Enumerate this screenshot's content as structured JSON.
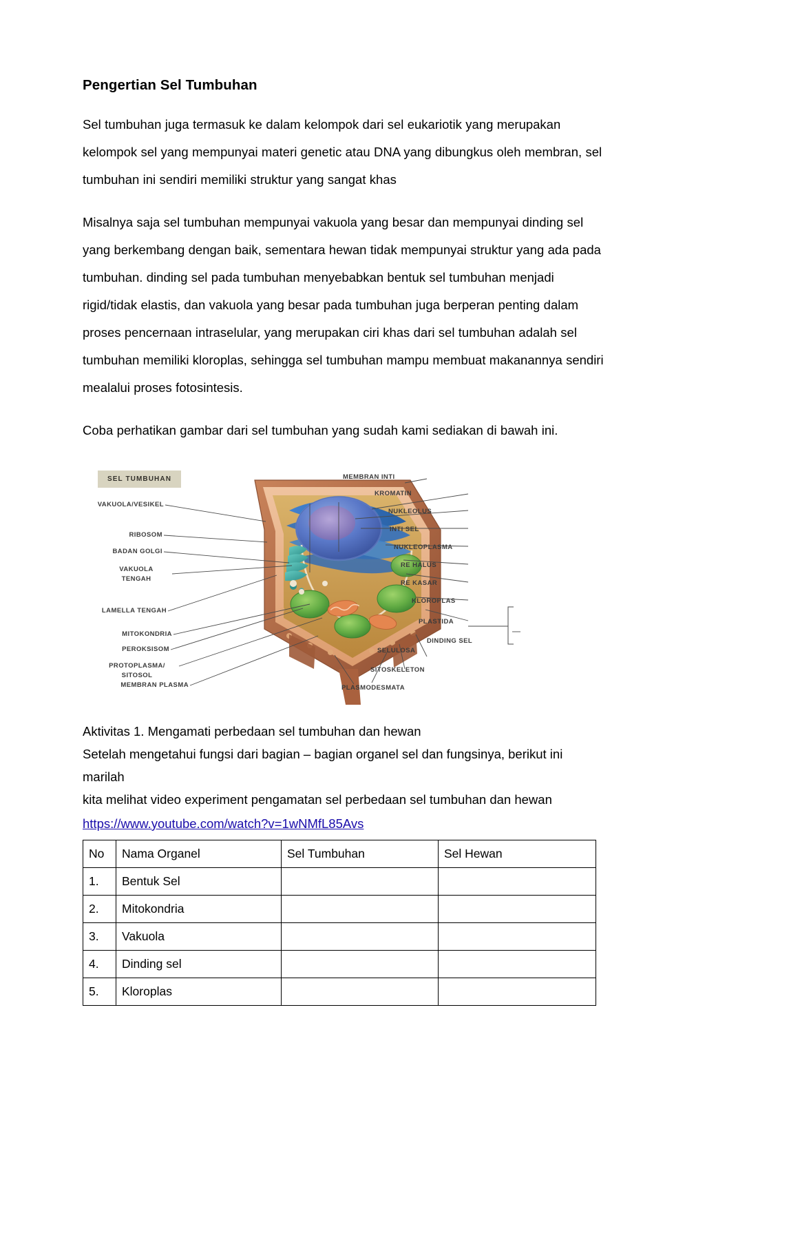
{
  "document": {
    "title": "Pengertian Sel Tumbuhan",
    "paragraphs": [
      "Sel tumbuhan juga termasuk ke dalam kelompok dari sel eukariotik yang merupakan kelompok sel yang mempunyai materi genetic atau DNA yang dibungkus oleh membran, sel tumbuhan ini sendiri memiliki struktur yang sangat khas",
      "Misalnya saja sel tumbuhan mempunyai vakuola yang besar dan mempunyai dinding sel yang berkembang dengan baik, sementara hewan tidak mempunyai struktur yang ada pada tumbuhan. dinding sel pada tumbuhan menyebabkan bentuk sel tumbuhan menjadi rigid/tidak elastis, dan vakuola yang besar pada tumbuhan juga berperan penting dalam proses pencernaan intraselular, yang  merupakan ciri khas dari sel tumbuhan adalah sel tumbuhan memiliki kloroplas, sehingga sel tumbuhan mampu membuat makanannya sendiri mealalui proses fotosintesis.",
      "Coba perhatikan gambar dari sel tumbuhan yang sudah kami sediakan di bawah ini."
    ]
  },
  "figure": {
    "badge": "SEL TUMBUHAN",
    "labels_left": [
      "VAKUOLA/VESIKEL",
      "RIBOSOM",
      "BADAN GOLGI",
      "VAKUOLA",
      "TENGAH",
      "LAMELLA TENGAH",
      "MITOKONDRIA",
      "PEROKSISOM",
      "PROTOPLASMA/",
      "SITOSOL",
      "MEMBRAN PLASMA"
    ],
    "labels_right": [
      "MEMBRAN INTI",
      "KROMATIN",
      "NUKLEOLUS",
      "INTI SEL",
      "NUKLEOPLASMA",
      "RE HALUS",
      "RE KASAR",
      "KLOROPLAS",
      "PLASTIDA",
      "DINDING SEL"
    ],
    "labels_bottom": [
      "PLASMODESMATA",
      "SITOSKELETON",
      "SELULOSA"
    ]
  },
  "activity": {
    "heading": "Aktivitas 1. Mengamati perbedaan sel tumbuhan dan hewan",
    "line2": "Setelah mengetahui fungsi dari bagian – bagian organel sel dan fungsinya, berikut ini marilah",
    "line3": "kita melihat video experiment pengamatan sel perbedaan sel tumbuhan dan hewan",
    "link": "https://www.youtube.com/watch?v=1wNMfL85Avs"
  },
  "table": {
    "headers": [
      "No",
      "Nama Organel",
      "Sel Tumbuhan",
      "Sel Hewan"
    ],
    "rows": [
      {
        "no": "1.",
        "organel": "Bentuk Sel",
        "tumbuhan": "",
        "hewan": ""
      },
      {
        "no": "2.",
        "organel": "Mitokondria",
        "tumbuhan": "",
        "hewan": ""
      },
      {
        "no": "3.",
        "organel": "Vakuola",
        "tumbuhan": "",
        "hewan": ""
      },
      {
        "no": "4.",
        "organel": "Dinding sel",
        "tumbuhan": "",
        "hewan": ""
      },
      {
        "no": "5.",
        "organel": "Kloroplas",
        "tumbuhan": "",
        "hewan": ""
      }
    ]
  },
  "colors": {
    "link": "#1a0dab",
    "badge_bg": "#d8d4c0",
    "label_text": "#3b3b3b",
    "wall_outer": "#b5724a",
    "wall_inner": "#e8a877",
    "nucleus": "#4a6fc4",
    "cytoplasm": "#c99a49",
    "chloroplast": "#6fae45",
    "golgi": "#3fa8a0"
  }
}
